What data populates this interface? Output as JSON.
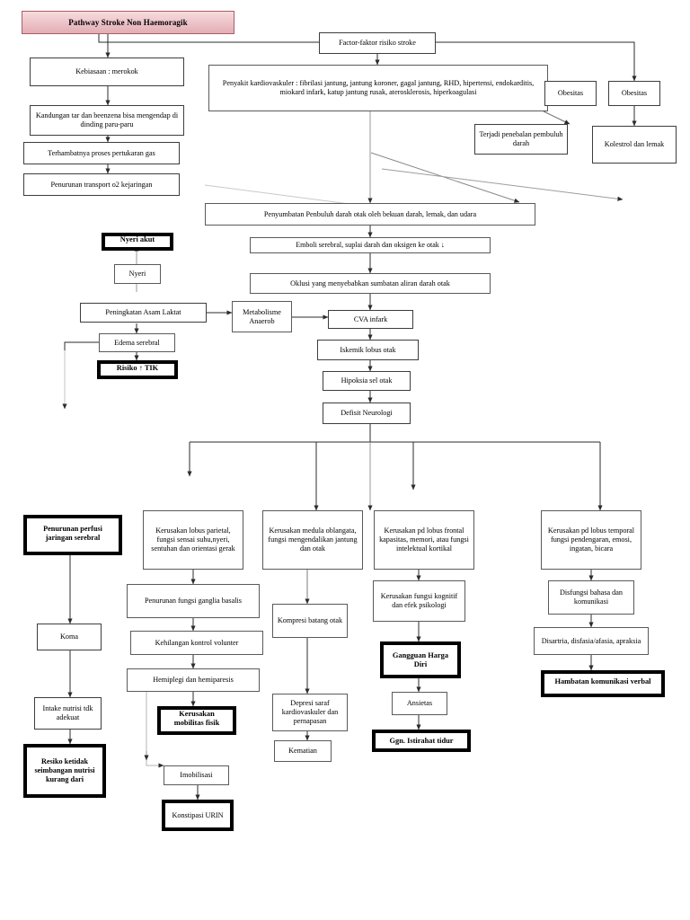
{
  "title": {
    "label": "Pathway Stroke Non Haemoragik",
    "fill_from": "#f7dcdf",
    "fill_to": "#e2aeb4",
    "border": "#a85f66"
  },
  "colors": {
    "box_border": "#3d3d3d",
    "thick_border": "#000000",
    "connector": "#3d3d3d",
    "faint_connector": "#b8b8b8",
    "background": "#ffffff"
  },
  "nodes": {
    "risk_factors": "Factor-faktor risiko stroke",
    "smoking": "Kebiasaan : merokok",
    "tar_benzene": "Kandungan tar dan beenzena bisa mengendap di dinding paru-paru",
    "gas_exchange": "Terhambatnya proses pertukaran gas",
    "o2_transport": "Penurunan transport o2 kejaringan",
    "cardiovascular": "Penyakit kardiovaskuler : fibrilasi jantung, jantung koroner, gagal jantung, RHD, hipertensi, endokarditis, miokard infark, katup jantung rusak, aterosklerosis, hiperkoagulasi",
    "obesity_1": "Obesitas",
    "obesity_2": "Obesitas",
    "vessel_thickening": "Terjadi penebalan pembuluh darah",
    "cholesterol_fat": "Kolestrol dan lemak",
    "blockage": "Penyumbatan Penbuluh darah otak oleh bekuan darah, lemak, dan udara",
    "emboli": "Emboli serebral, suplai darah dan oksigen ke otak   ↓",
    "occlusion": "Oklusi yang menyebabkan sumbatan aliran darah otak",
    "cva_infark": "CVA infark",
    "ischemic_lobe": "Iskemik lobus  otak",
    "hypoxia": "Hipoksia sel otak",
    "neuro_deficit": "Defisit Neurologi",
    "nyeri_akut": "Nyeri akut",
    "nyeri": "Nyeri",
    "lactic_acid": "Peningkatan Asam Laktat",
    "anaerobic": "Metabolisme Anaerob",
    "cerebral_edema": "Edema serebral",
    "risk_icp": "Risiko ↑ TIK",
    "perfusion": "Penurunan perfusi jaringan serebral",
    "coma": "Koma",
    "nutrition_intake": "Intake nutrisi tdk adekuat",
    "nutrition_imbalance": "Resiko ketidak seimbangan nutrisi kurang dari",
    "parietal_lobe": "Kerusakan lobus parietal, fungsi sensai suhu,nyeri, sentuhan dan orientasi gerak",
    "ganglia": "Penurunan fungsi ganglia basalis",
    "voluntary_control": "Kehilangan kontrol volunter",
    "hemiplegia": "Hemiplegi dan hemiparesis",
    "mobility_damage": "Kerusakan mobilitas fisik",
    "immobilization": "Imobilisasi",
    "constipation": "Konstipasi URIN",
    "medulla": "Kerusakan medula oblangata, fungsi mengendalikan jantung dan otak",
    "brainstem_compression": "Kompresi batang otak",
    "cardio_depression": "Depresi saraf kardiovaskuler dan pernapasan",
    "death": "Kematian",
    "frontal_lobe": "Kerusakan pd lobus frontal kapasitas, memori, atau fungsi intelektual kortikal",
    "cognitive_damage": "Kerusakan fungsi kognitif dan efek psikologi",
    "self_esteem": "Gangguan Harga Diri",
    "anxiety": "Ansietas",
    "sleep_disturbance": "Ggn. Istirahat tidur",
    "temporal_lobe": "Kerusakan pd lobus temporal fungsi pendengaran, emosi, ingatan, bicara",
    "language_dysfunction": "Disfungsi bahasa dan komunikasi",
    "dysarthria": "Disartria, disfasia/afasia, apraksia",
    "verbal_barrier": "Hambatan komunikasi verbal"
  }
}
